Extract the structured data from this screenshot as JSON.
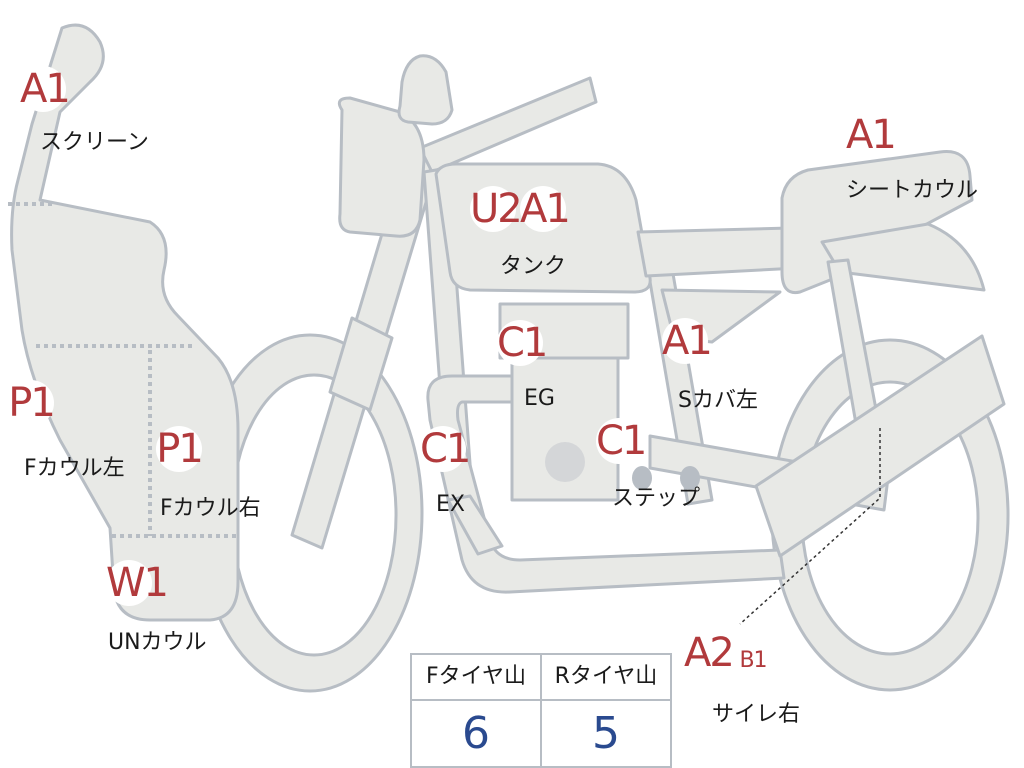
{
  "parts": [
    {
      "code": "A1",
      "label": "スクリーン"
    },
    {
      "code": "A1",
      "label": "シートカウル"
    },
    {
      "code": "U2",
      "code2": "A1",
      "label": "タンク"
    },
    {
      "code": "C1",
      "label": "EG"
    },
    {
      "code": "A1",
      "label": "Sカバ左"
    },
    {
      "code": "P1",
      "label": "Fカウル左"
    },
    {
      "code": "P1",
      "label": "Fカウル右"
    },
    {
      "code": "C1",
      "label": "EX"
    },
    {
      "code": "C1",
      "label": "ステップ"
    },
    {
      "code": "W1",
      "label": "UNカウル"
    },
    {
      "code": "A2",
      "code2": "B1",
      "label": "サイレ右"
    }
  ],
  "tire_table": {
    "front_header": "Fタイヤ山",
    "rear_header": "Rタイヤ山",
    "front_value": "6",
    "rear_value": "5"
  },
  "colors": {
    "body_fill": "#e8e9e6",
    "outline": "#b7bdc4",
    "badge_text": "#b13a3c",
    "value_text": "#2a4a8f"
  }
}
